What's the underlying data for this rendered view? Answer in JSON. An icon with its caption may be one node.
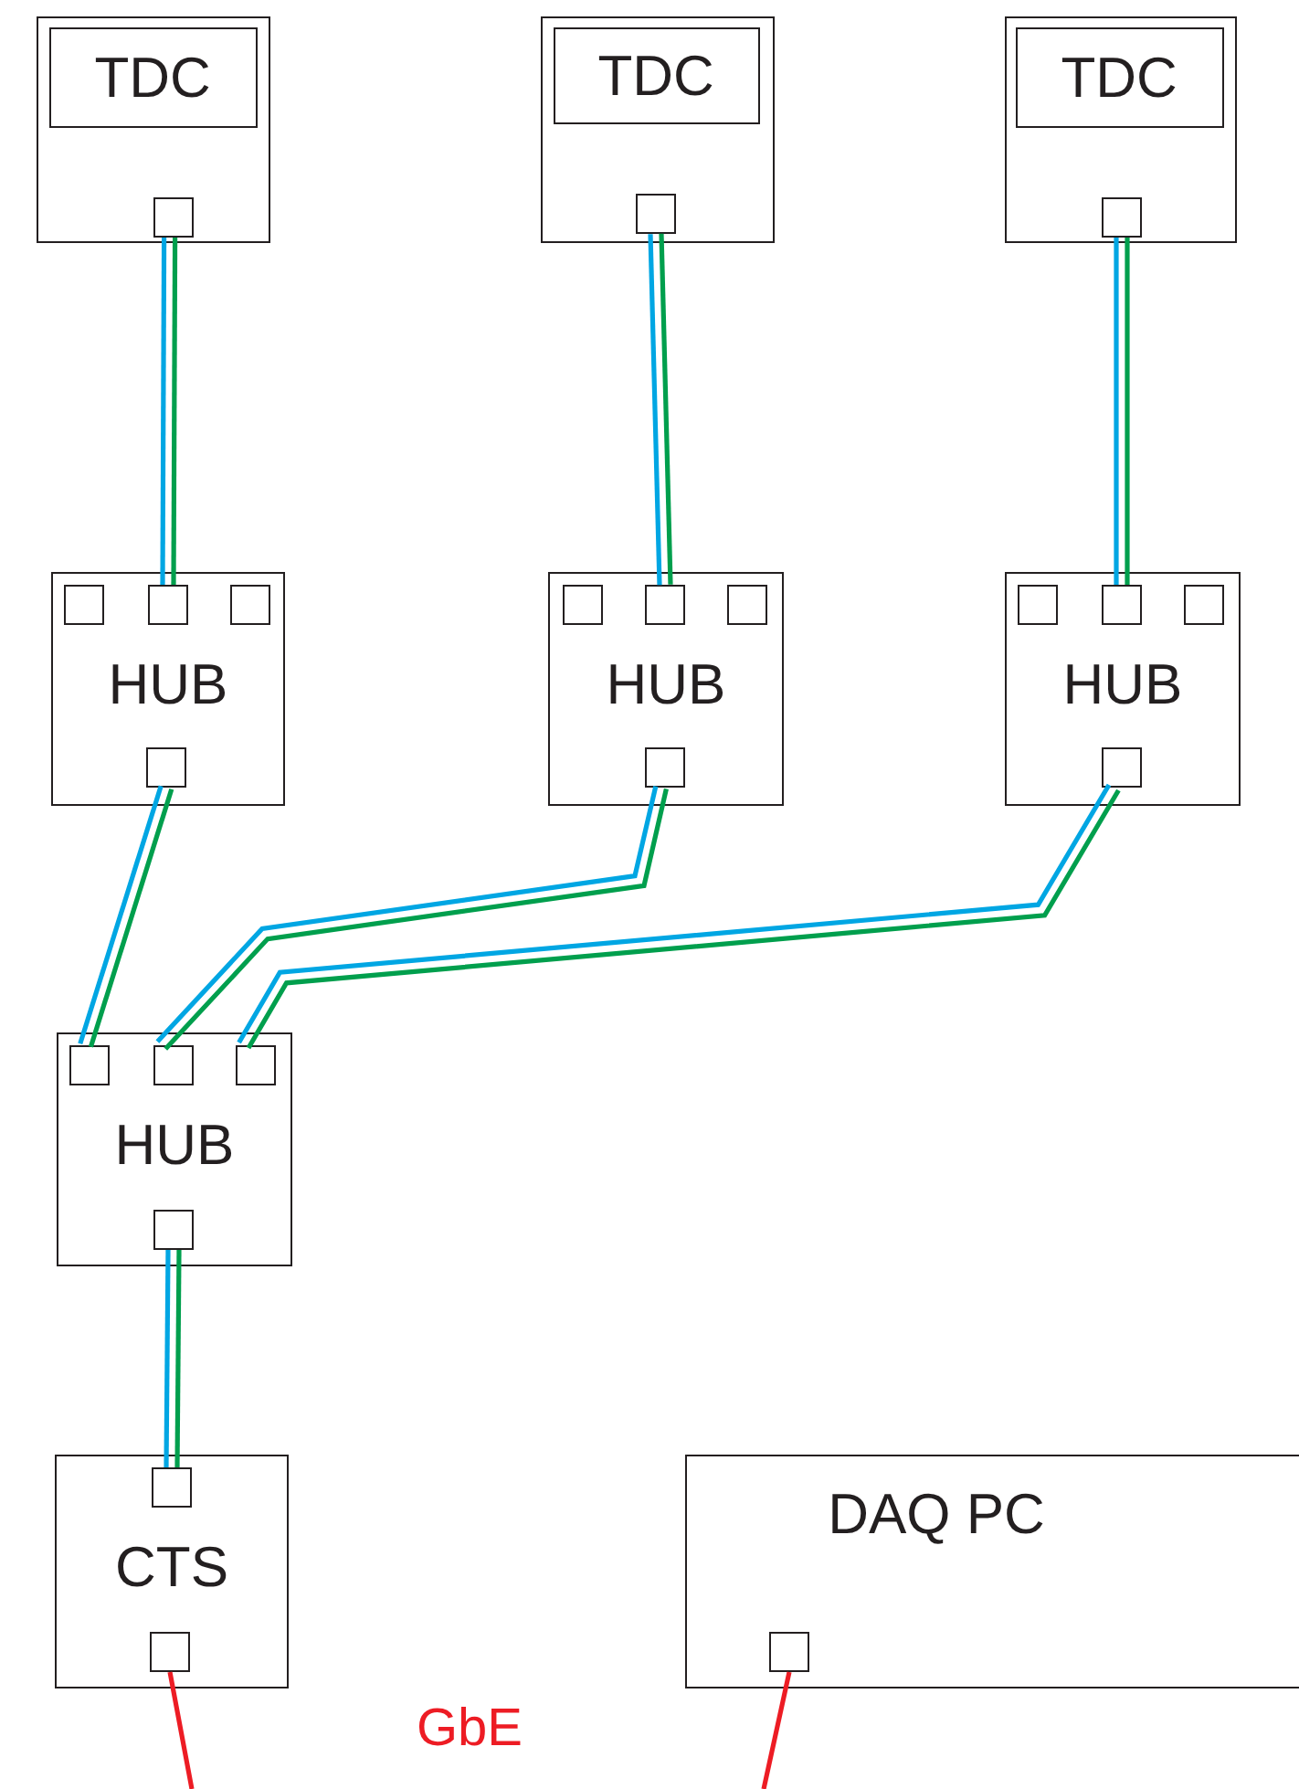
{
  "diagram": {
    "nodes": [
      {
        "text": [],
        "shape": "box"
      },
      {
        "text": [
          "TDC"
        ],
        "in": 0
      },
      {
        "text": [],
        "shape": "box",
        "in": 0
      },
      {
        "text": [],
        "shape": "box"
      },
      {
        "text": [
          "TDC"
        ],
        "in": 3
      },
      {
        "text": [],
        "shape": "box",
        "in": 3
      },
      {
        "text": [],
        "shape": "box"
      },
      {
        "text": [
          "TDC"
        ],
        "in": 6
      },
      {
        "text": [],
        "shape": "box",
        "in": 6
      },
      {
        "text": [
          "HUB"
        ]
      },
      {
        "text": [],
        "shape": "box",
        "in": 9
      },
      {
        "text": [],
        "shape": "box",
        "in": 9
      },
      {
        "text": [],
        "shape": "box",
        "in": 9
      },
      {
        "text": [],
        "shape": "box",
        "in": 9
      },
      {
        "text": [
          "HUB"
        ]
      },
      {
        "text": [],
        "shape": "box",
        "in": 14
      },
      {
        "text": [],
        "shape": "box",
        "in": 14
      },
      {
        "text": [],
        "shape": "box",
        "in": 14
      },
      {
        "text": [],
        "shape": "box",
        "in": 14
      },
      {
        "text": [
          "HUB"
        ]
      },
      {
        "text": [],
        "shape": "box",
        "in": 19
      },
      {
        "text": [],
        "shape": "box",
        "in": 19
      },
      {
        "text": [],
        "shape": "box",
        "in": 19
      },
      {
        "text": [],
        "shape": "box",
        "in": 19
      },
      {
        "text": [
          "HUB"
        ]
      },
      {
        "text": [],
        "shape": "box",
        "in": 24
      },
      {
        "text": [],
        "shape": "box",
        "in": 24
      },
      {
        "text": [],
        "shape": "box",
        "in": 24
      },
      {
        "text": [],
        "shape": "box",
        "in": 24
      },
      {
        "text": [
          "CTS"
        ]
      },
      {
        "text": [],
        "shape": "box",
        "in": 29
      },
      {
        "text": [],
        "shape": "box",
        "in": 29
      },
      {
        "text": [
          "DAQ PC"
        ]
      },
      {
        "text": [],
        "shape": "box",
        "in": 32
      }
    ],
    "edges": [
      {
        "from": 2,
        "to": 11,
        "arrow": "none",
        "color": "#00a6e3"
      },
      {
        "from": 2,
        "to": 11,
        "arrow": "none",
        "color": "#009f4d"
      },
      {
        "from": 5,
        "to": 16,
        "arrow": "none",
        "color": "#00a6e3"
      },
      {
        "from": 5,
        "to": 16,
        "arrow": "none",
        "color": "#009f4d"
      },
      {
        "from": 8,
        "to": 21,
        "arrow": "none",
        "color": "#00a6e3"
      },
      {
        "from": 8,
        "to": 21,
        "arrow": "none",
        "color": "#009f4d"
      },
      {
        "from": 13,
        "to": 25,
        "arrow": "none",
        "color": "#00a6e3"
      },
      {
        "from": 13,
        "to": 25,
        "arrow": "none",
        "color": "#009f4d"
      },
      {
        "from": 18,
        "to": 26,
        "arrow": "none",
        "color": "#00a6e3"
      },
      {
        "from": 18,
        "to": 26,
        "arrow": "none",
        "color": "#009f4d"
      },
      {
        "from": 23,
        "to": 27,
        "arrow": "none",
        "color": "#00a6e3"
      },
      {
        "from": 23,
        "to": 27,
        "arrow": "none",
        "color": "#009f4d"
      },
      {
        "from": 28,
        "to": 30,
        "arrow": "none",
        "color": "#00a6e3"
      },
      {
        "from": 28,
        "to": 30,
        "arrow": "none",
        "color": "#009f4d"
      },
      {
        "from": 31,
        "to": null,
        "arrow": "none",
        "color": "#ed1c24"
      },
      {
        "from": 33,
        "to": null,
        "arrow": "none",
        "color": "#ed1c24"
      }
    ],
    "labels": [
      "GbE"
    ]
  }
}
